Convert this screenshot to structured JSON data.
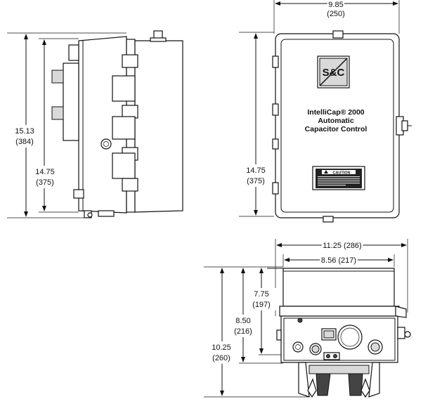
{
  "dimensions": {
    "front_width": "9.85",
    "front_width_mm": "(250)",
    "side_height_total": "15.13",
    "side_height_total_mm": "(384)",
    "side_height_body": "14.75",
    "side_height_body_mm": "(375)",
    "front_height": "14.75",
    "front_height_mm": "(375)",
    "bottom_overall_width": "11.25 (286)",
    "bottom_body_width": "8.56 (217)",
    "bottom_h1": "7.75",
    "bottom_h1_mm": "(197)",
    "bottom_h2": "8.50",
    "bottom_h2_mm": "(216)",
    "bottom_h3": "10.25",
    "bottom_h3_mm": "(260)"
  },
  "label": {
    "logo": "S&C",
    "line1": "IntelliCap® 2000",
    "line2": "Automatic",
    "line3": "Capacitor Control",
    "caution": "CAUTION"
  }
}
